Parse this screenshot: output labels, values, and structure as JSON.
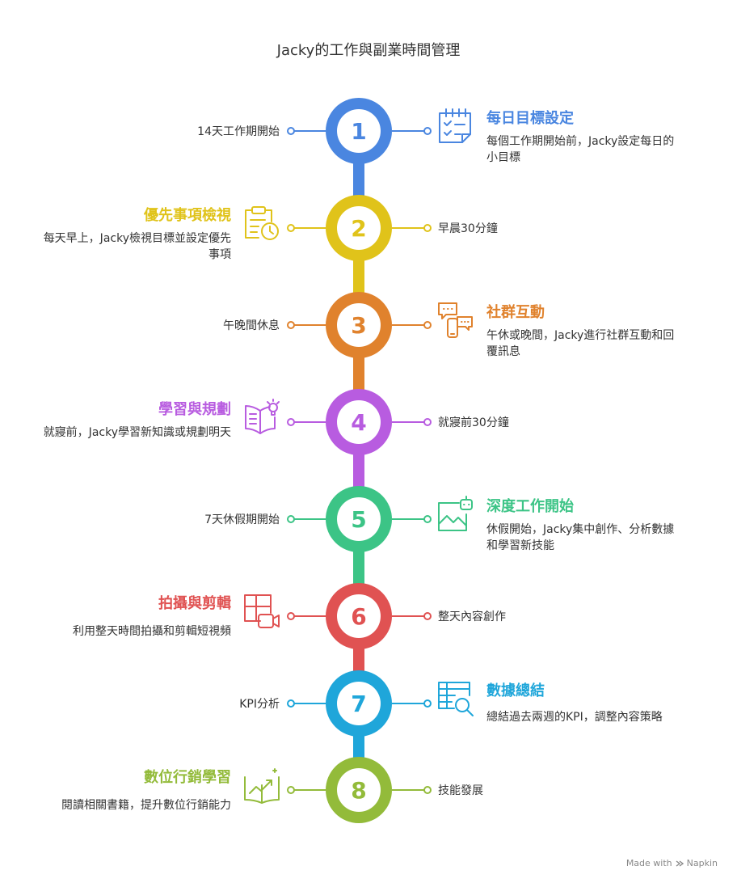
{
  "title": "Jacky的工作與副業時間管理",
  "footer": {
    "made_with": "Made with",
    "brand": "Napkin"
  },
  "steps": [
    {
      "number": "1",
      "color": "#4A86E0",
      "side_label": "14天工作期開始",
      "heading": "每日目標設定",
      "desc": "每個工作期開始前，Jacky設定每日的小目標",
      "icon": "calendar-check-icon"
    },
    {
      "number": "2",
      "color": "#E0C31A",
      "side_label": "早晨30分鐘",
      "heading": "優先事項檢視",
      "desc": "每天早上，Jacky檢視目標並設定優先事項",
      "icon": "clipboard-clock-icon"
    },
    {
      "number": "3",
      "color": "#E0822D",
      "side_label": "午晚間休息",
      "heading": "社群互動",
      "desc": "午休或晚間，Jacky進行社群互動和回覆訊息",
      "icon": "chat-phone-icon"
    },
    {
      "number": "4",
      "color": "#B85CE0",
      "side_label": "就寢前30分鐘",
      "heading": "學習與規劃",
      "desc": "就寢前，Jacky學習新知識或規劃明天",
      "icon": "book-bulb-icon"
    },
    {
      "number": "5",
      "color": "#3CC486",
      "side_label": "7天休假期開始",
      "heading": "深度工作開始",
      "desc": "休假開始，Jacky集中創作、分析數據和學習新技能",
      "icon": "image-robot-icon"
    },
    {
      "number": "6",
      "color": "#E05252",
      "side_label": "整天內容創作",
      "heading": "拍攝與剪輯",
      "desc": "利用整天時間拍攝和剪輯短視頻",
      "icon": "frame-video-icon"
    },
    {
      "number": "7",
      "color": "#1FA6DA",
      "side_label": "KPI分析",
      "heading": "數據總結",
      "desc": "總結過去兩週的KPI，調整內容策略",
      "icon": "table-search-icon"
    },
    {
      "number": "8",
      "color": "#93BB3A",
      "side_label": "技能發展",
      "heading": "數位行銷學習",
      "desc": "閱讀相關書籍，提升數位行銷能力",
      "icon": "book-growth-icon"
    }
  ]
}
